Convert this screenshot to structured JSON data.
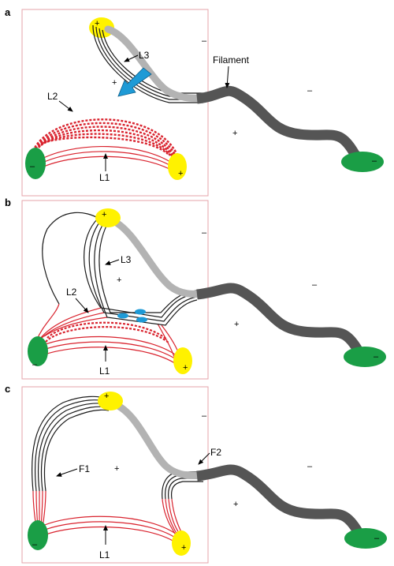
{
  "panels": {
    "a": {
      "letter": "a",
      "labels": {
        "l3": "L3",
        "l2": "L2",
        "l1": "L1",
        "filament": "Filament"
      },
      "polarity": {
        "plus": "+",
        "minus": "–"
      }
    },
    "b": {
      "letter": "b",
      "labels": {
        "l3": "L3",
        "l2": "L2",
        "l1": "L1"
      },
      "polarity": {
        "plus": "+",
        "minus": "–"
      }
    },
    "c": {
      "letter": "c",
      "labels": {
        "f1": "F1",
        "f2": "F2",
        "l1": "L1"
      },
      "polarity": {
        "plus": "+",
        "minus": "–"
      }
    }
  },
  "colors": {
    "frame": "#e6a3aa",
    "field_line_red": "#d9232e",
    "field_line_black": "#1a1a1a",
    "filament_dark": "#555555",
    "filament_light": "#b3b3b3",
    "negative_footpoint": "#1a9e46",
    "positive_footpoint": "#fff200",
    "arrow_blue": "#1e9ad6"
  }
}
